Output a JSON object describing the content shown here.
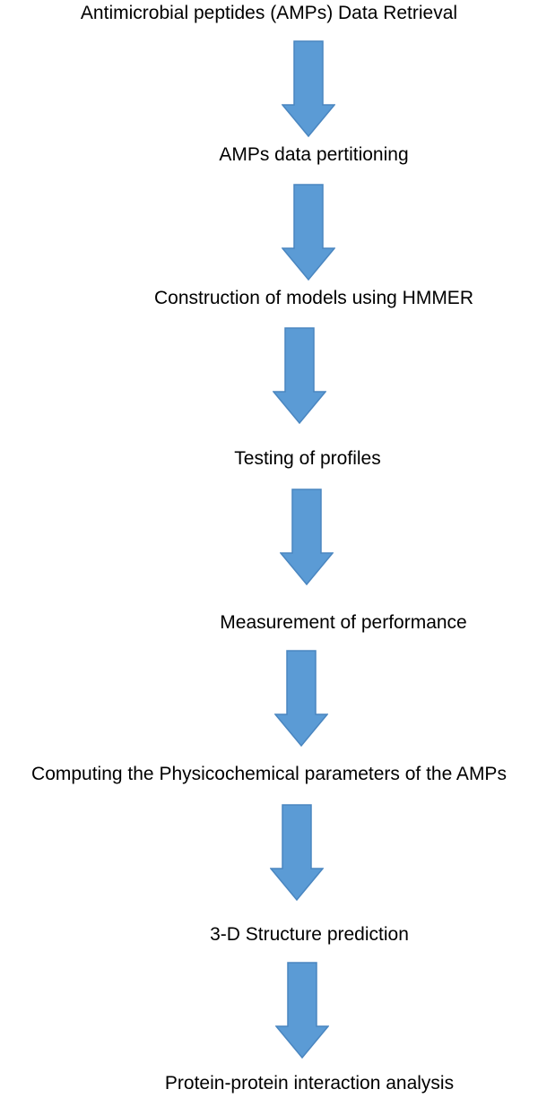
{
  "flow": {
    "arrow_color": "#5b9bd5",
    "arrow_stroke": "#4a86c0",
    "steps": [
      {
        "label": "Antimicrobial peptides (AMPs) Data Retrieval"
      },
      {
        "label": "AMPs data pertitioning"
      },
      {
        "label": "Construction of models using HMMER"
      },
      {
        "label": "Testing of profiles"
      },
      {
        "label": "Measurement of performance"
      },
      {
        "label": "Computing the Physicochemical parameters of the AMPs"
      },
      {
        "label": "3-D Structure prediction"
      },
      {
        "label": "Protein-protein interaction analysis"
      }
    ]
  }
}
